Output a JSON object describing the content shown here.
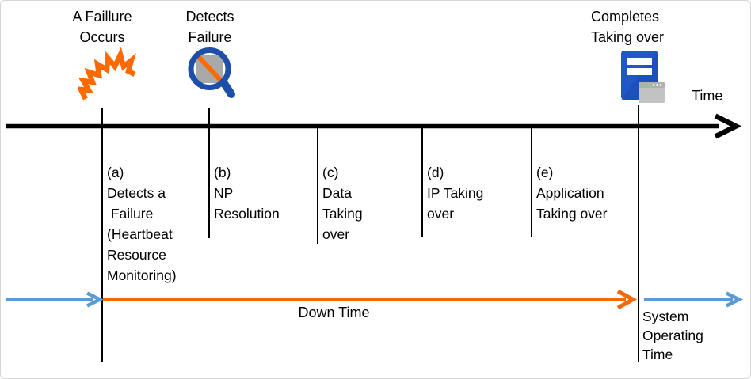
{
  "colors": {
    "axis_black": "#000000",
    "arrow_orange": "#F2690A",
    "arrow_blue": "#5B9BD5",
    "icon_orange": "#FF6A00",
    "icon_blue_dark": "#1D4FA8",
    "icon_blue": "#2057C8",
    "icon_gray": "#A9A9A9",
    "window_gray": "#C2C2C2",
    "window_title_gray": "#B0B0B0",
    "text_black": "#000000",
    "border_gray": "#D6D6D6"
  },
  "header": {
    "failure_occurs": {
      "lines": [
        "A Faillure",
        "Occurs"
      ]
    },
    "detects_failure": {
      "lines": [
        "Detects",
        "Failure"
      ]
    },
    "completes_takeover": {
      "lines": [
        "Completes",
        "Taking over"
      ]
    }
  },
  "axis": {
    "time_label": "Time"
  },
  "phases": [
    {
      "id": "a",
      "lines": [
        "(a)",
        "Detects a",
        " Failure",
        "(Heartbeat",
        "Resource",
        "Monitoring)"
      ]
    },
    {
      "id": "b",
      "lines": [
        "(b)",
        "NP",
        "Resolution"
      ]
    },
    {
      "id": "c",
      "lines": [
        "(c)",
        "Data",
        "Taking",
        "over"
      ]
    },
    {
      "id": "d",
      "lines": [
        "(d)",
        "IP Taking",
        "over"
      ]
    },
    {
      "id": "e",
      "lines": [
        "(e)",
        "Application",
        "Taking over"
      ]
    }
  ],
  "bottom": {
    "down_time_label": "Down Time",
    "system_operating": {
      "lines": [
        "System",
        "Operating",
        "Time"
      ]
    }
  },
  "icons": [
    {
      "name": "failure-spark-icon",
      "meaning": "A failure occurs"
    },
    {
      "name": "detect-magnifier-icon",
      "meaning": "Detects failure"
    },
    {
      "name": "server-takeover-icon",
      "meaning": "Completes taking over"
    }
  ]
}
